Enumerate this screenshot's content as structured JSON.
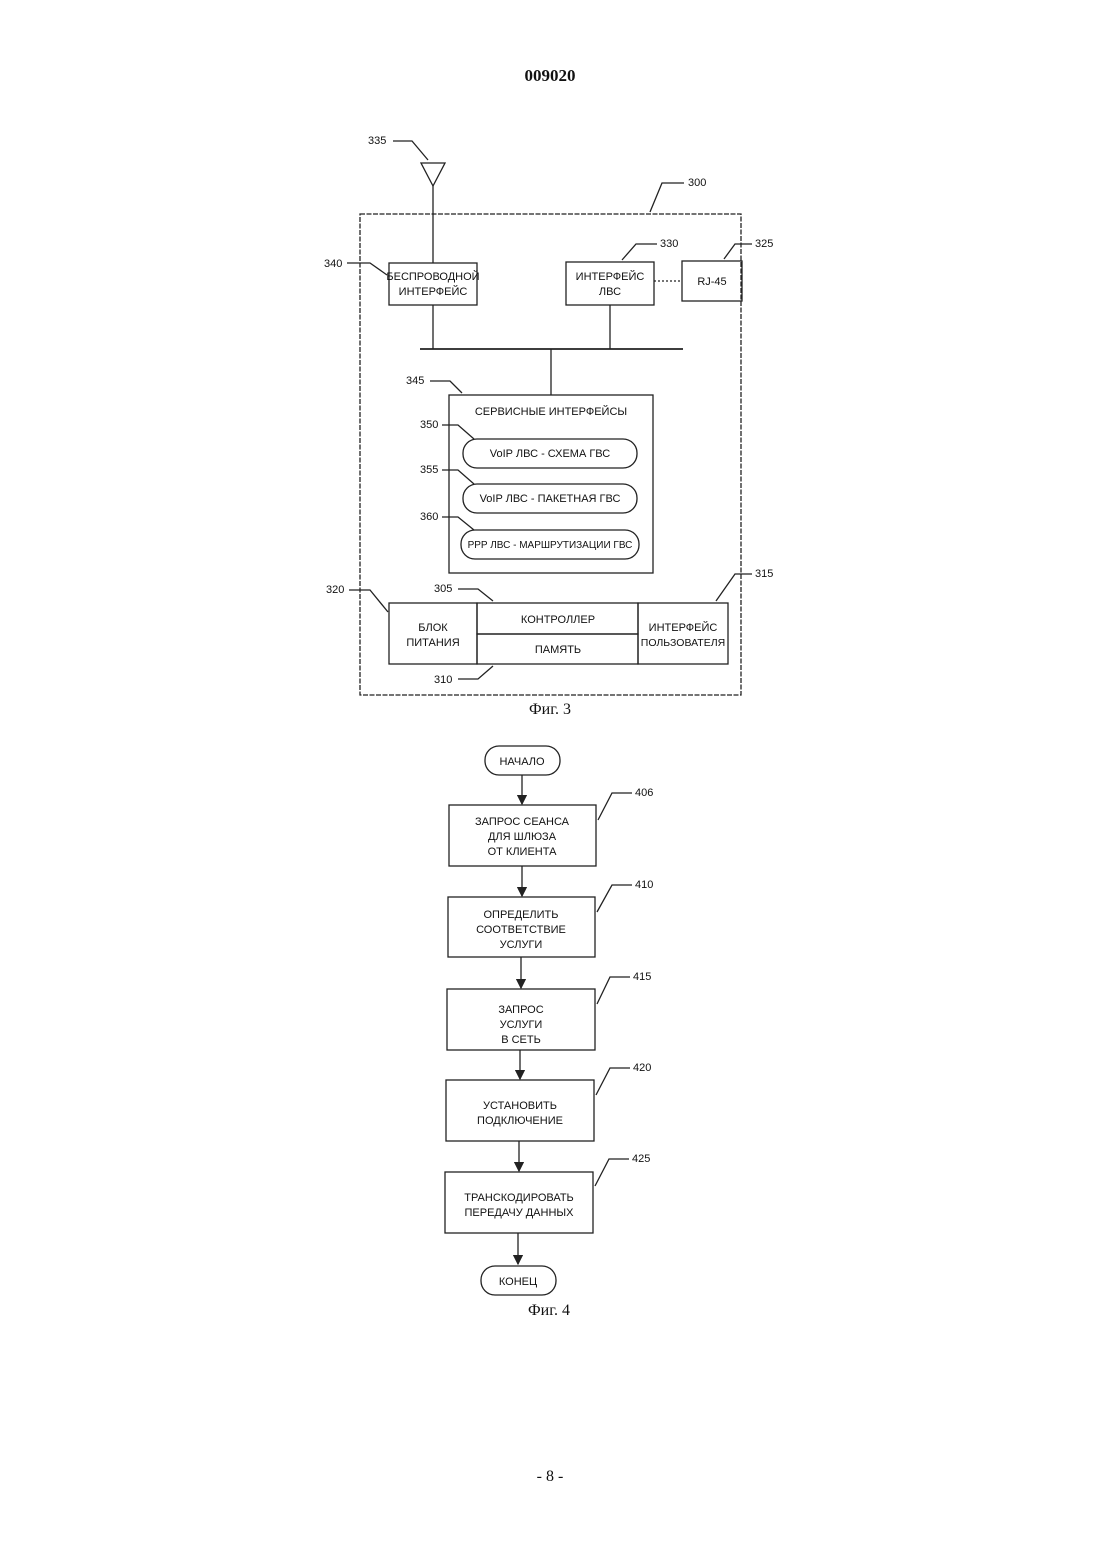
{
  "header": {
    "doc_number": "009020"
  },
  "fig3": {
    "caption": "Фиг. 3",
    "refs": {
      "antenna": "335",
      "device": "300",
      "wireless": "340",
      "lan_if": "330",
      "rj45": "325",
      "services": "345",
      "voip_circuit": "350",
      "voip_packet": "355",
      "ppp": "360",
      "controller": "305",
      "user_if": "315",
      "power": "320",
      "memory": "310"
    },
    "wireless_if": [
      "БЕСПРОВОДНОЙ",
      "ИНТЕРФЕЙС"
    ],
    "lan_if": [
      "ИНТЕРФЕЙС",
      "ЛВС"
    ],
    "rj45": "RJ-45",
    "services_title": "СЕРВИСНЫЕ ИНТЕРФЕЙСЫ",
    "voip_circuit": "VoIP ЛВС - СХЕМА ГВС",
    "voip_packet": "VoIP ЛВС - ПАКЕТНАЯ ГВС",
    "ppp": "PPP ЛВС - МАРШРУТИЗАЦИИ  ГВС",
    "power": [
      "БЛОК",
      "ПИТАНИЯ"
    ],
    "controller": "КОНТРОЛЛЕР",
    "memory": "ПАМЯТЬ",
    "user_if": [
      "ИНТЕРФЕЙС",
      "ПОЛЬЗОВАТЕЛЯ"
    ]
  },
  "fig4": {
    "caption": "Фиг. 4",
    "start": "НАЧАЛО",
    "end": "КОНЕЦ",
    "steps": [
      {
        "ref": "406",
        "lines": [
          "ЗАПРОС СЕАНСА",
          "ДЛЯ ШЛЮЗА",
          "ОТ КЛИЕНТА"
        ]
      },
      {
        "ref": "410",
        "lines": [
          "ОПРЕДЕЛИТЬ",
          "СООТВЕТСТВИЕ",
          "УСЛУГИ"
        ]
      },
      {
        "ref": "415",
        "lines": [
          "ЗАПРОС",
          "УСЛУГИ",
          "В СЕТЬ"
        ]
      },
      {
        "ref": "420",
        "lines": [
          "УСТАНОВИТЬ",
          "ПОДКЛЮЧЕНИЕ"
        ]
      },
      {
        "ref": "425",
        "lines": [
          "ТРАНСКОДИРОВАТЬ",
          "ПЕРЕДАЧУ ДАННЫХ"
        ]
      }
    ]
  },
  "footer": {
    "page_number": "- 8 -"
  }
}
